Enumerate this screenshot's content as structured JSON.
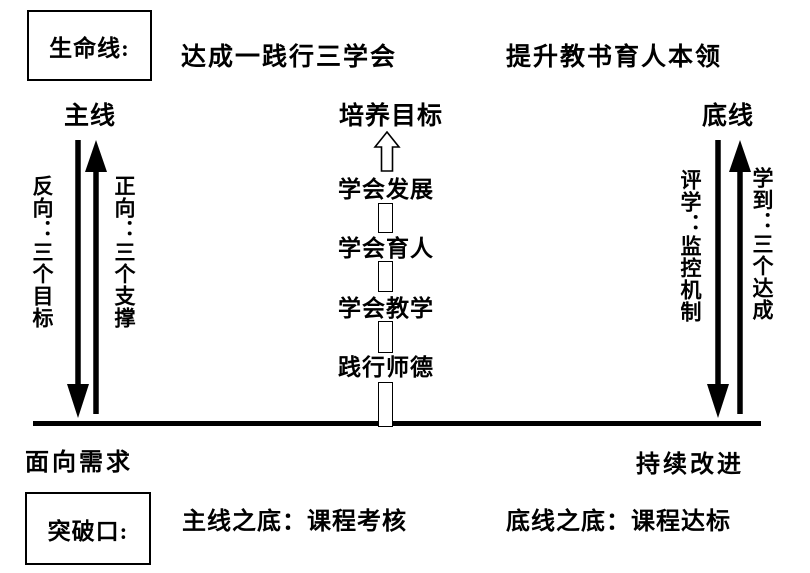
{
  "diagram": {
    "colors": {
      "ink": "#000000",
      "background": "#ffffff"
    },
    "lifeline_box": {
      "label": "生命线:"
    },
    "headings": {
      "left": "达成一践行三学会",
      "right": "提升教书育人本领"
    },
    "columns": {
      "main_line": {
        "label": "主线",
        "down_arrow_text": "反向：三个目标",
        "up_arrow_text": "正向：三个支撑",
        "baseline_label": "面向需求"
      },
      "center": {
        "label": "培养目标",
        "ladder": [
          "学会发展",
          "学会育人",
          "学会教学",
          "践行师德"
        ]
      },
      "bottom_line": {
        "label": "底线",
        "down_arrow_text": "评学：监控机制",
        "up_arrow_text": "学到：三个达成",
        "baseline_label": "持续改进"
      }
    },
    "breakthrough_box": {
      "label": "突破口:"
    },
    "footers": {
      "left": "主线之底：课程考核",
      "right": "底线之底：课程达标"
    }
  }
}
